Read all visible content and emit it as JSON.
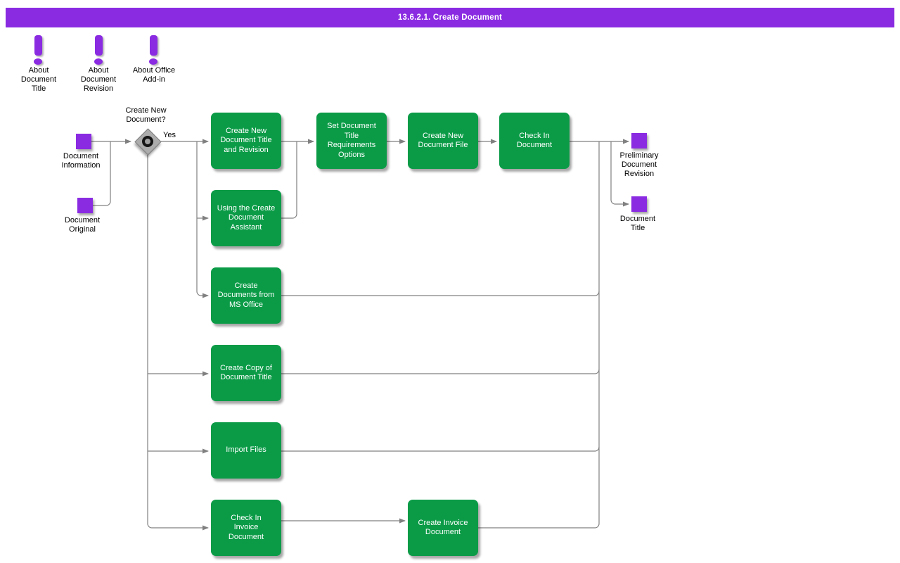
{
  "colors": {
    "accent_purple": "#8A2BE2",
    "task_green": "#0B9B47",
    "connector_gray": "#808080",
    "title_text": "#FFFFFF",
    "label_text": "#000000"
  },
  "header": {
    "title": "13.6.2.1. Create Document"
  },
  "notes": [
    {
      "label": "About\nDocument\nTitle"
    },
    {
      "label": "About\nDocument\nRevision"
    },
    {
      "label": "About Office\nAdd-in"
    }
  ],
  "artifacts": {
    "inputs": [
      {
        "label": "Document\nInformation"
      },
      {
        "label": "Document\nOriginal"
      }
    ],
    "outputs": [
      {
        "label": "Preliminary\nDocument\nRevision"
      },
      {
        "label": "Document\nTitle"
      }
    ]
  },
  "decision": {
    "label": "Create New\nDocument?",
    "branch_label": "Yes"
  },
  "tasks": [
    {
      "label": "Create New\nDocument Title\nand Revision"
    },
    {
      "label": "Set Document\nTitle\nRequirements\nOptions"
    },
    {
      "label": "Create New\nDocument File"
    },
    {
      "label": "Check In\nDocument"
    },
    {
      "label": "Using the Create\nDocument\nAssistant"
    },
    {
      "label": "Create\nDocuments from\nMS Office"
    },
    {
      "label": "Create Copy of\nDocument Title"
    },
    {
      "label": "Import Files"
    },
    {
      "label": "Check In\nInvoice\nDocument"
    },
    {
      "label": "Create Invoice\nDocument"
    }
  ]
}
